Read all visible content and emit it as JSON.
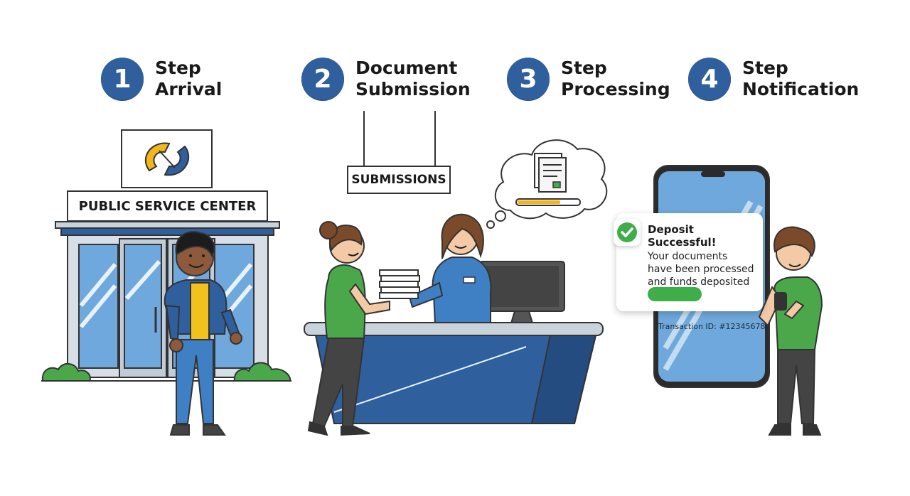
{
  "steps": [
    {
      "number": "1",
      "line1": "Step",
      "line2": "Arrival"
    },
    {
      "number": "2",
      "line1": "Document",
      "line2": "Submission"
    },
    {
      "number": "3",
      "line1": "Step",
      "line2": "Processing"
    },
    {
      "number": "4",
      "line1": "Step",
      "line2": "Notification"
    }
  ],
  "building": {
    "sign": "PUBLIC SERVICE CENTER"
  },
  "counter": {
    "sign": "SUBMISSIONS"
  },
  "notification": {
    "title": "Deposit Successful!",
    "body": "Your documents have been processed and funds deposited",
    "transaction": "Transaction ID: #12345678"
  },
  "colors": {
    "accent_blue": "#2f5f9c",
    "success_green": "#3fae4a",
    "shirt_green": "#4aa84b",
    "logo_yellow": "#f2b51c",
    "glass_blue": "#6fa8dc"
  },
  "icons": [
    "logo-icon",
    "document-icon",
    "check-icon",
    "progress-bar-icon"
  ]
}
